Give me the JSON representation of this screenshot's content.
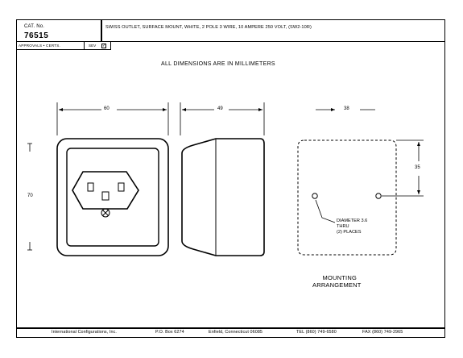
{
  "header": {
    "cat_label": "CAT. No.",
    "cat_no": "76515",
    "description": "SWISS OUTLET, SURFACE MOUNT, WHITE, 2 POLE 3 WIRE, 10 AMPERE 250 VOLT, (SW2-10R)",
    "approvals_label": "APPROVALS • CERTS.",
    "sev_label": "SEV",
    "sev_mark": "✓"
  },
  "note": "ALL DIMENSIONS ARE IN MILLIMETERS",
  "dimensions": {
    "front_width": "60",
    "front_height": "70",
    "side_depth": "49",
    "mount_width": "38",
    "mount_height": "35"
  },
  "mounting": {
    "callout_line1": "DIAMETER 3.6",
    "callout_line2": "THRU",
    "callout_line3": "(2) PLACES",
    "title_line1": "MOUNTING",
    "title_line2": "ARRANGEMENT"
  },
  "footer": {
    "company": "International Configurations, Inc.",
    "po_box": "P.O. Box 6274",
    "city": "Enfield, Connecticut  06085",
    "tel": "TEL (860) 749-6580",
    "fax": "FAX (860) 749-2965"
  }
}
